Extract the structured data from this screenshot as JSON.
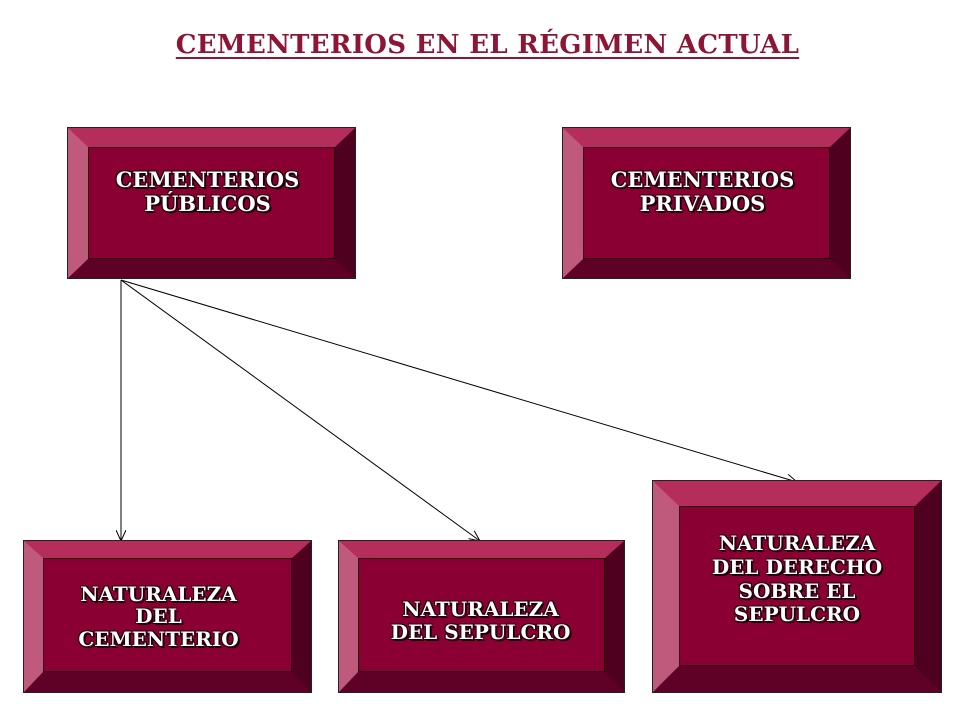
{
  "title": "CEMENTERIOS EN EL RÉGIMEN ACTUAL",
  "boxes": {
    "publicos": {
      "lines": [
        "CEMENTERIOS",
        "PÚBLICOS"
      ]
    },
    "privados": {
      "lines": [
        "CEMENTERIOS",
        "PRIVADOS"
      ]
    },
    "nat_cementerio": {
      "lines": [
        "NATURALEZA",
        "DEL",
        "CEMENTERIO"
      ]
    },
    "nat_sepulcro": {
      "lines": [
        "NATURALEZA",
        "DEL SEPULCRO"
      ]
    },
    "nat_derecho": {
      "lines": [
        "NATURALEZA",
        "DEL DERECHO",
        "SOBRE EL",
        "SEPULCRO"
      ]
    }
  },
  "colors": {
    "title": "#8c1634",
    "box_face": "#8b0032",
    "box_text": "#ffffff",
    "arrow": "#000000"
  },
  "edges": [
    {
      "from": "publicos",
      "to": "nat_cementerio"
    },
    {
      "from": "publicos",
      "to": "nat_sepulcro"
    },
    {
      "from": "publicos",
      "to": "nat_derecho"
    }
  ]
}
